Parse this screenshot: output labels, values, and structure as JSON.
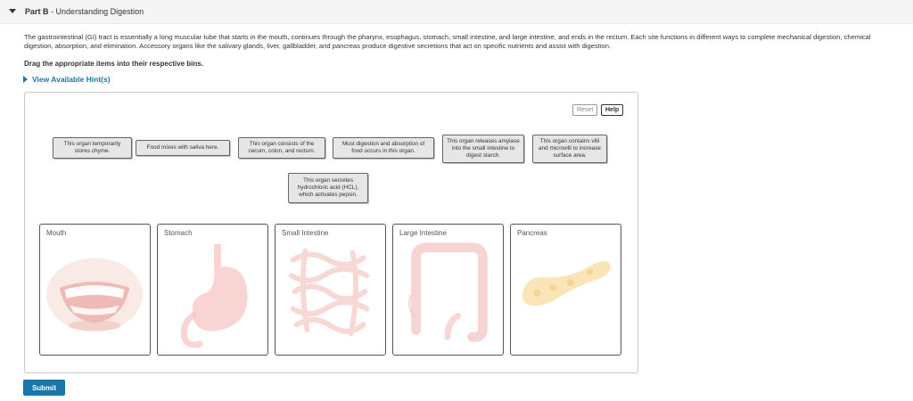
{
  "part": {
    "label": "Part B",
    "separator": "-",
    "title": "Understanding Digestion"
  },
  "intro": "The gastrointestinal (GI) tract is essentially a long muscular tube that starts in the mouth, continues through the pharynx, esophagus, stomach, small intestine, and large intestine, and ends in the rectum. Each site functions in different ways to complete mechanical digestion, chemical digestion, absorption, and elimination. Accessory organs like the salivary glands, liver, gallbladder, and pancreas produce digestive secretions that act on specific nutrients and assist with digestion.",
  "instruction": "Drag the appropriate items into their respective bins.",
  "hint_label": "View Available Hint(s)",
  "toolbar": {
    "reset_label": "Reset",
    "help_label": "Help"
  },
  "labels": [
    "This organ temporarily stores chyme.",
    "Food mixes with saliva here.",
    "This organ consists of the cecum, colon, and rectum.",
    "Most digestion and absorption of food occurs in this organ.",
    "This organ releases amylase into the small intestine to digest starch.",
    "This organ contains villi and microvilli to increase surface area.",
    "This organ secretes hydrochloric acid (HCL), which activates pepsin."
  ],
  "bins": [
    {
      "label": "Mouth",
      "icon": "mouth-illustration"
    },
    {
      "label": "Stomach",
      "icon": "stomach-illustration"
    },
    {
      "label": "Small Intestine",
      "icon": "small-intestine-illustration"
    },
    {
      "label": "Large Intestine",
      "icon": "large-intestine-illustration"
    },
    {
      "label": "Pancreas",
      "icon": "pancreas-illustration"
    }
  ],
  "submit_label": "Submit",
  "colors": {
    "accent": "#1a75a8",
    "label_bg": "#e6e6e6"
  }
}
